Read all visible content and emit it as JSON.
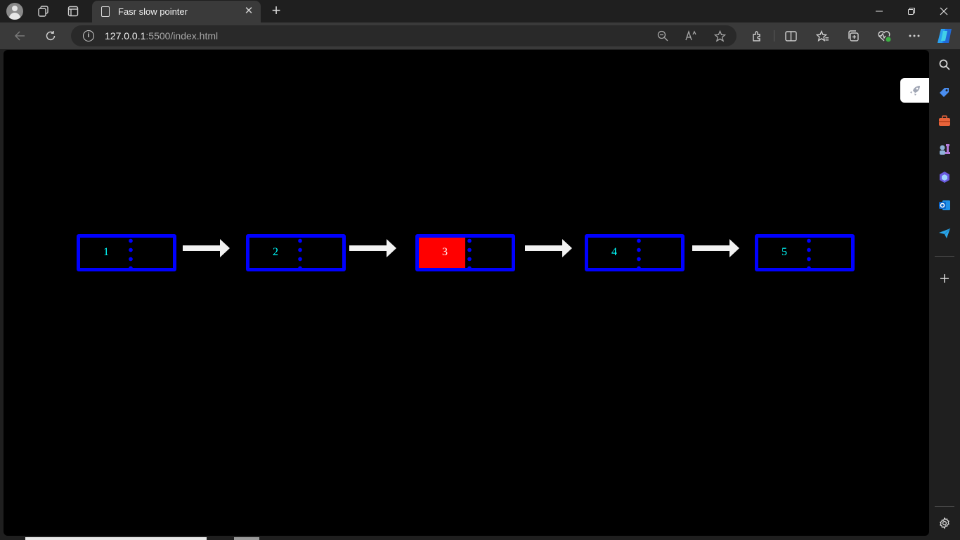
{
  "browser": {
    "tab": {
      "title": "Fasr slow pointer",
      "icon": "document-icon",
      "close_glyph": "✕"
    },
    "new_tab_glyph": "+",
    "address": {
      "host": "127.0.0.1",
      "rest": ":5500/index.html"
    },
    "window_controls": [
      "minimize",
      "restore",
      "close"
    ]
  },
  "linked_list": {
    "nodes": [
      {
        "value": "1",
        "highlighted": false
      },
      {
        "value": "2",
        "highlighted": false
      },
      {
        "value": "3",
        "highlighted": true
      },
      {
        "value": "4",
        "highlighted": false
      },
      {
        "value": "5",
        "highlighted": false
      }
    ],
    "colors": {
      "border": "#0000ff",
      "value_text": "#00ffff",
      "highlight": "#ff0000",
      "arrow": "#f2f2f2",
      "background": "#000000"
    }
  },
  "sidebar": {
    "icons": [
      "search-icon",
      "tag-icon",
      "toolbox-icon",
      "games-icon",
      "copilot-icon",
      "outlook-icon",
      "send-icon",
      "add-icon",
      "settings-icon"
    ]
  }
}
